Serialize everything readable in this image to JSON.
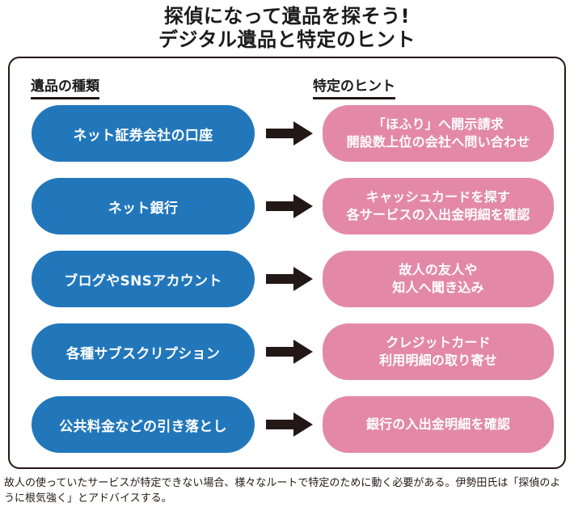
{
  "title": {
    "line1": "探偵になって遺品を探そう!",
    "line2": "デジタル遺品と特定のヒント"
  },
  "headers": {
    "left": "遺品の種類",
    "right": "特定のヒント"
  },
  "colors": {
    "blue": "#2277bb",
    "pink": "#e389a7",
    "arrow": "#231815",
    "frame_border": "#231815",
    "text_dark": "#1b1b1b",
    "text_light": "#ffffff"
  },
  "rows": [
    {
      "asset": "ネット証券会社の口座",
      "hint_line1": "「ほふり」へ開示請求",
      "hint_line2": "開設数上位の会社へ問い合わせ"
    },
    {
      "asset": "ネット銀行",
      "hint_line1": "キャッシュカードを探す",
      "hint_line2": "各サービスの入出金明細を確認"
    },
    {
      "asset": "ブログやSNSアカウント",
      "hint_line1": "故人の友人や",
      "hint_line2": "知人へ聞き込み"
    },
    {
      "asset": "各種サブスクリプション",
      "hint_line1": "クレジットカード",
      "hint_line2": "利用明細の取り寄せ"
    },
    {
      "asset": "公共料金などの引き落とし",
      "hint_line1": "銀行の入出金明細を確認",
      "hint_line2": ""
    }
  ],
  "caption": "故人の使っていたサービスが特定できない場合、様々なルートで特定のために動く必要がある。伊勢田氏は「探偵のように根気強く」とアドバイスする。"
}
